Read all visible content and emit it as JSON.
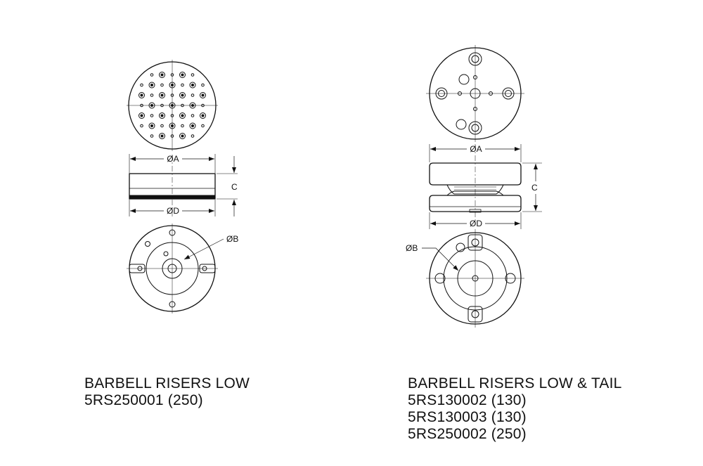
{
  "left": {
    "dim_a": "ØA",
    "dim_b": "ØB",
    "dim_c": "C",
    "dim_d": "ØD",
    "caption_title": "BARBELL RISERS LOW",
    "caption_parts": [
      "5RS250001 (250)"
    ]
  },
  "right": {
    "dim_a": "ØA",
    "dim_b": "ØB",
    "dim_c": "C",
    "dim_d": "ØD",
    "caption_title": "BARBELL RISERS LOW & TAIL",
    "caption_parts": [
      "5RS130002 (130)",
      "5RS130003 (130)",
      "5RS250002 (250)"
    ]
  }
}
